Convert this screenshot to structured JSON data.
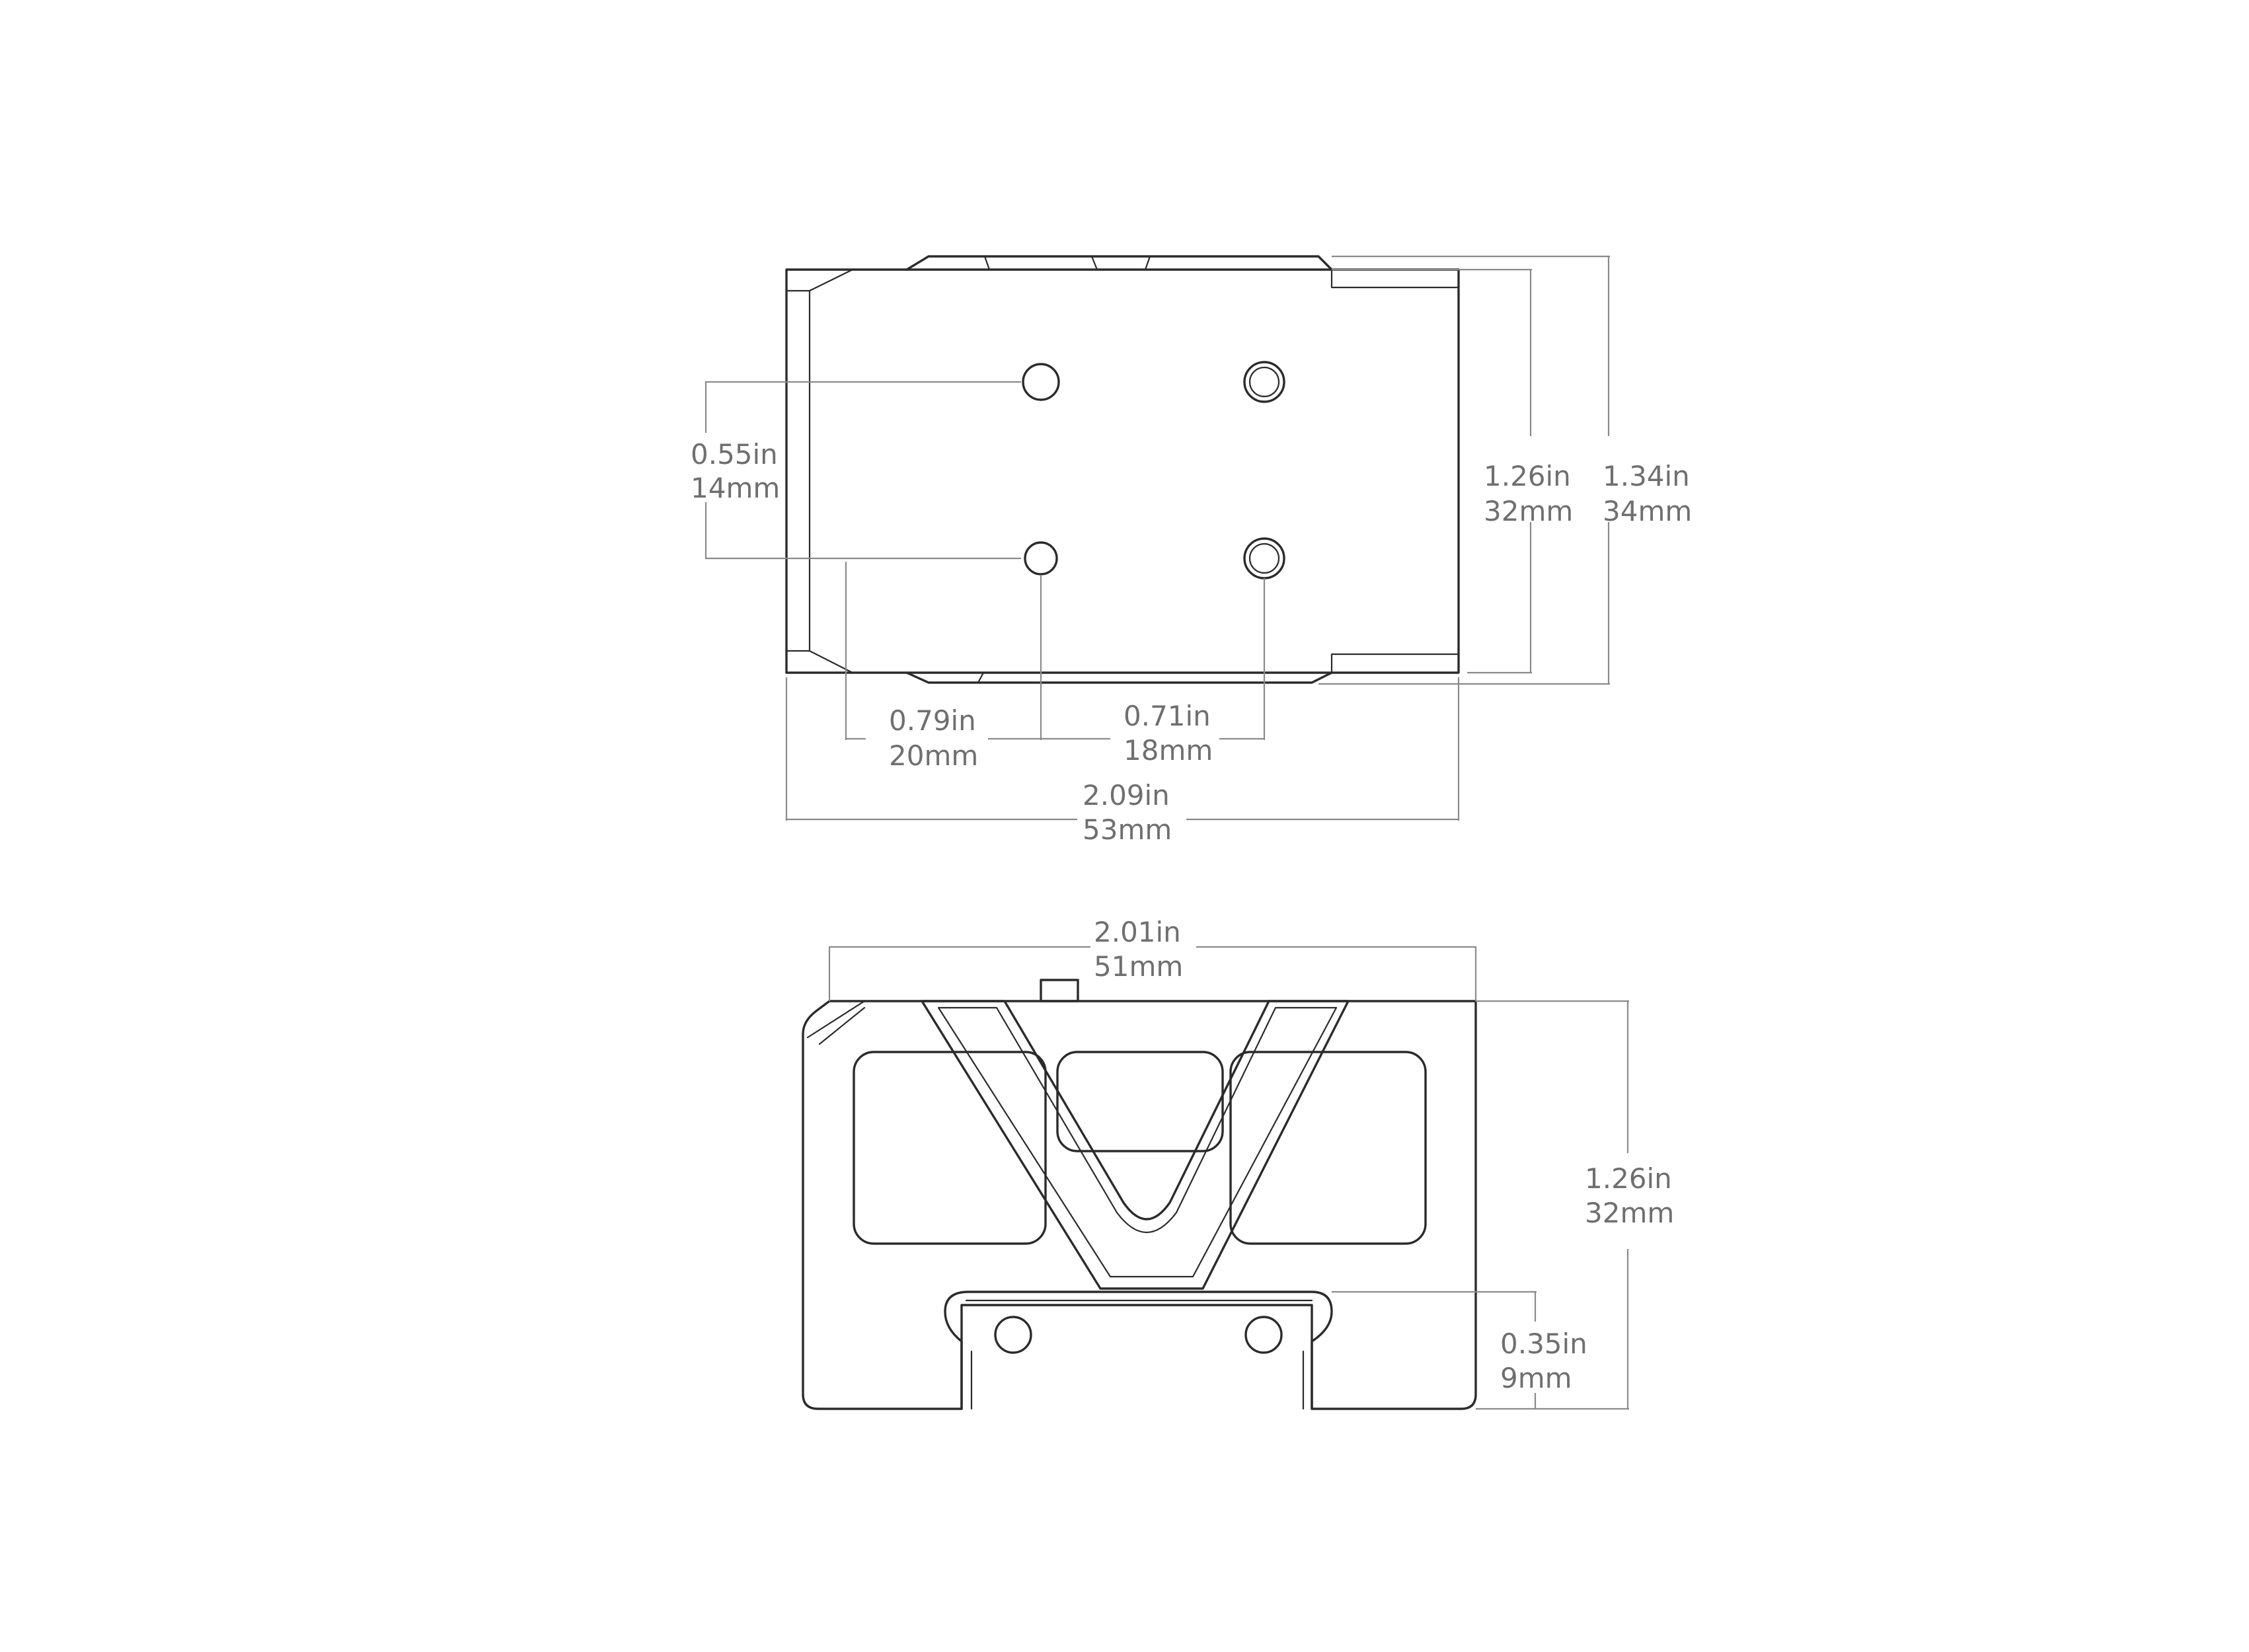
{
  "top_view": {
    "hole_spacing_vertical": {
      "inch": "0.55in",
      "mm": "14mm"
    },
    "hole_offset_from_edge": {
      "inch": "0.79in",
      "mm": "20mm"
    },
    "hole_spacing_horizontal": {
      "inch": "0.71in",
      "mm": "18mm"
    },
    "overall_length": {
      "inch": "2.09in",
      "mm": "53mm"
    },
    "inner_width": {
      "inch": "1.26in",
      "mm": "32mm"
    },
    "outer_width": {
      "inch": "1.34in",
      "mm": "34mm"
    }
  },
  "front_view": {
    "overall_width": {
      "inch": "2.01in",
      "mm": "51mm"
    },
    "overall_height": {
      "inch": "1.26in",
      "mm": "32mm"
    },
    "base_height": {
      "inch": "0.35in",
      "mm": "9mm"
    }
  },
  "colors": {
    "line": "#2b2b2b",
    "dimension_line": "#8a8a8a",
    "text": "#6f6f6f"
  }
}
